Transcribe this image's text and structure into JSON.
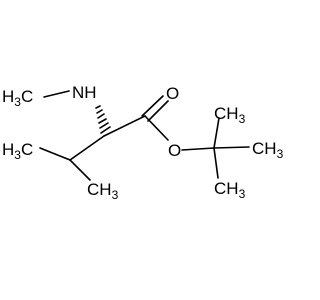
{
  "molecule": {
    "labels": {
      "nh": "NH",
      "o_carbonyl": "O",
      "o_ester": "O",
      "methyl_main": "H",
      "methyl_sub": "3",
      "c": "C",
      "h3": "H",
      "three": "3"
    }
  }
}
